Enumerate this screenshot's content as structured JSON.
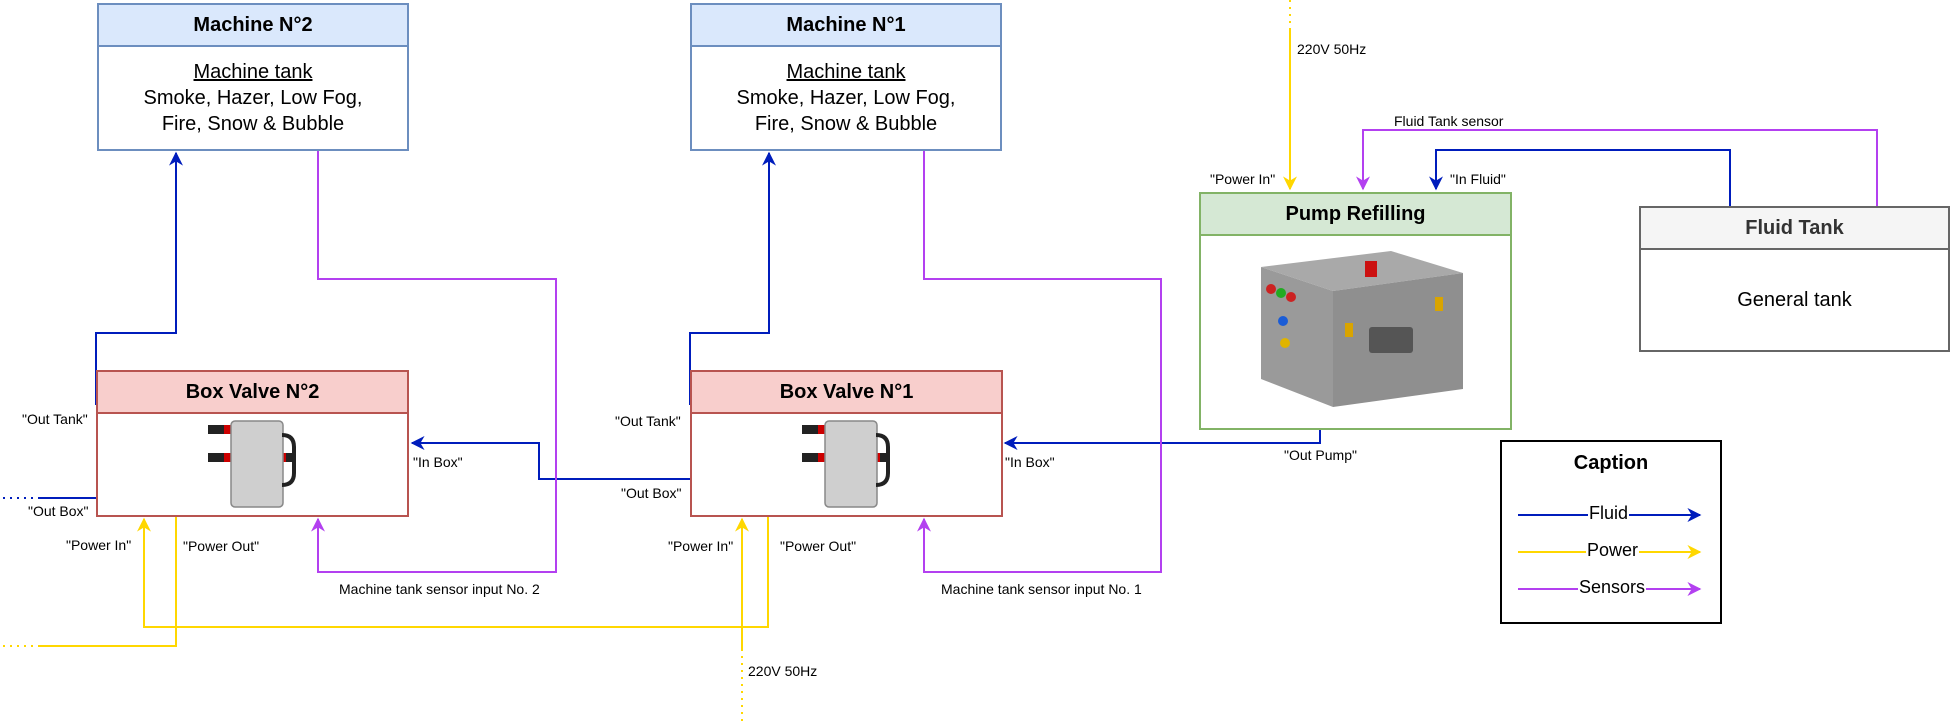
{
  "machine2": {
    "title": "Machine N°2",
    "subtitle": "Machine tank",
    "line1": "Smoke, Hazer, Low Fog,",
    "line2": "Fire, Snow & Bubble"
  },
  "machine1": {
    "title": "Machine N°1",
    "subtitle": "Machine tank",
    "line1": "Smoke, Hazer, Low Fog,",
    "line2": "Fire, Snow & Bubble"
  },
  "boxvalve2": {
    "title": "Box Valve N°2"
  },
  "boxvalve1": {
    "title": "Box Valve N°1"
  },
  "pump": {
    "title": "Pump Refilling"
  },
  "fluidtank": {
    "title": "Fluid Tank",
    "body": "General tank"
  },
  "labels": {
    "out_tank_2": "\"Out Tank\"",
    "out_box_2": "\"Out Box\"",
    "in_box_2": "\"In Box\"",
    "power_in_2": "\"Power In\"",
    "power_out_2": "\"Power Out\"",
    "sensor_input_2": "Machine tank sensor input No. 2",
    "out_tank_1": "\"Out Tank\"",
    "out_box_1": "\"Out Box\"",
    "in_box_1": "\"In Box\"",
    "power_in_1": "\"Power In\"",
    "power_out_1": "\"Power Out\"",
    "sensor_input_1": "Machine tank sensor input No. 1",
    "mains_bottom": "220V 50Hz",
    "mains_top": "220V 50Hz",
    "pump_power_in": "\"Power In\"",
    "pump_in_fluid": "\"In Fluid\"",
    "pump_out": "\"Out Pump\"",
    "fluid_tank_sensor": "Fluid Tank sensor"
  },
  "caption": {
    "title": "Caption",
    "items": [
      {
        "label": "Fluid",
        "color": "#001DBC"
      },
      {
        "label": "Power",
        "color": "#FFD700"
      },
      {
        "label": "Sensors",
        "color": "#B340F0"
      }
    ]
  },
  "colors": {
    "fluid": "#001DBC",
    "power": "#FFD700",
    "sensors": "#B340F0"
  }
}
